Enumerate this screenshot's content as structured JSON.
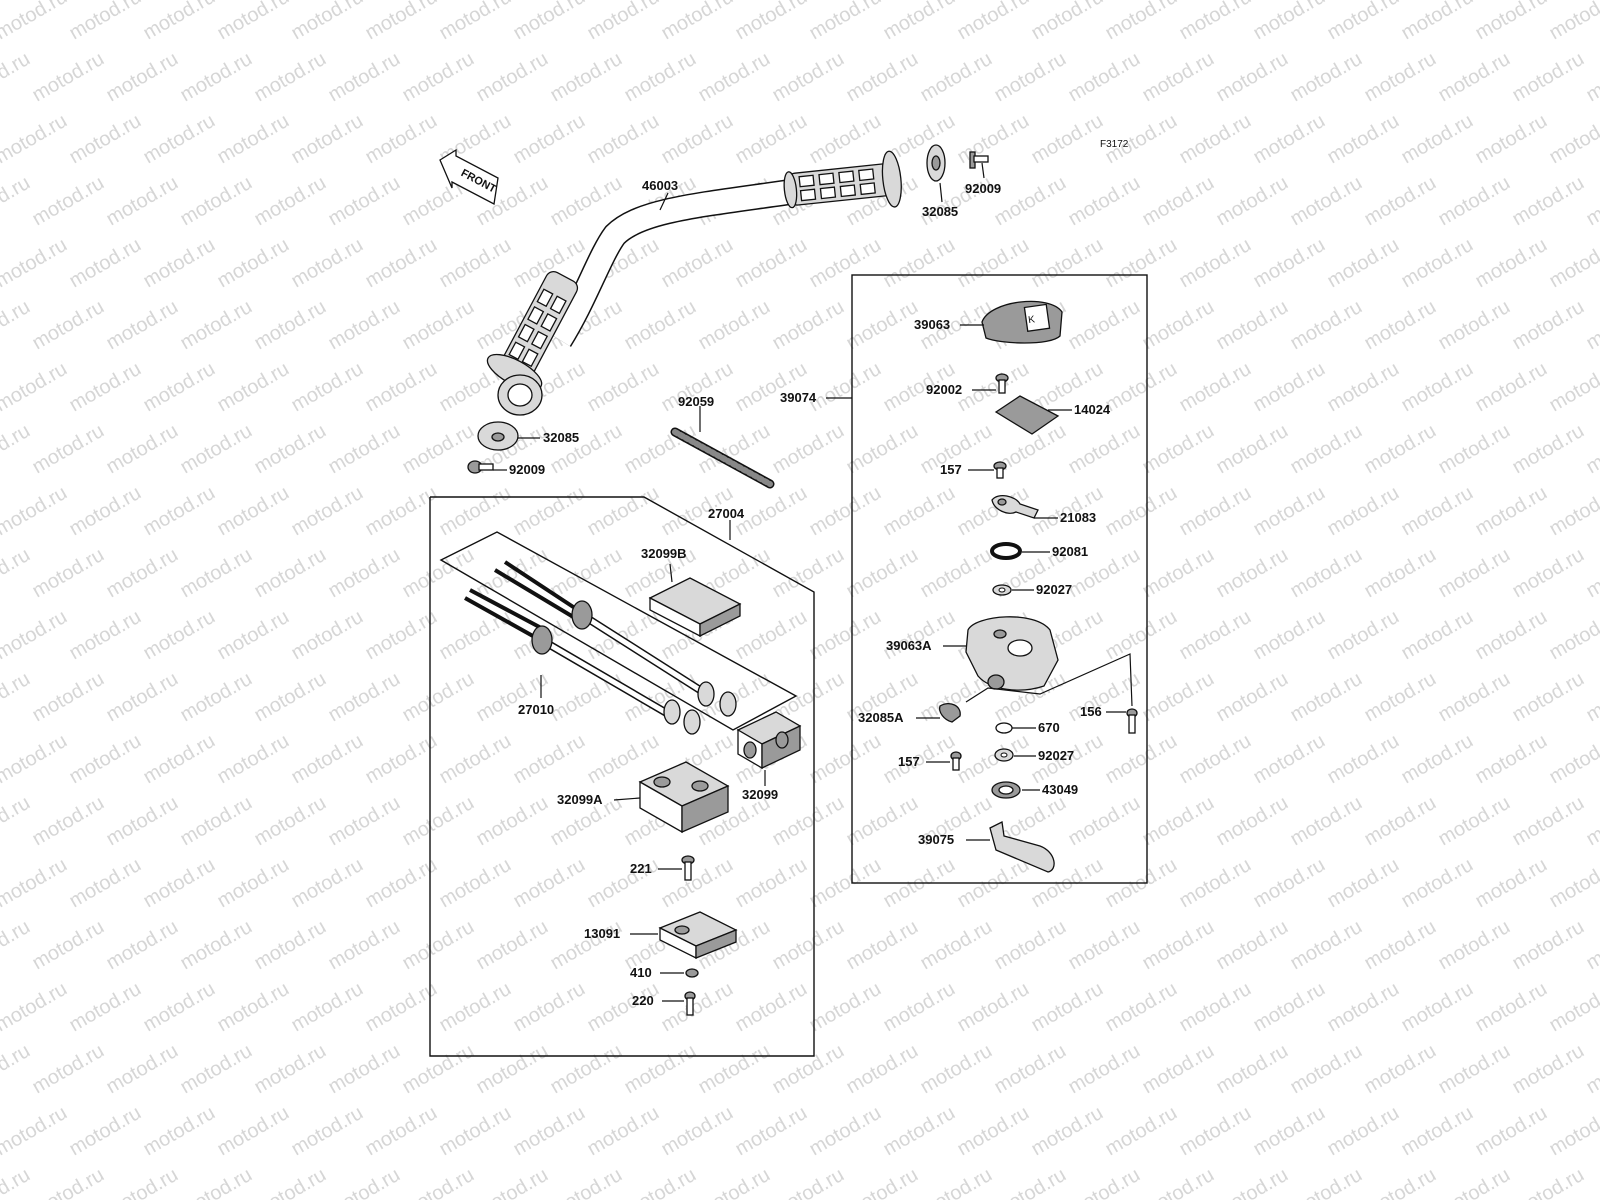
{
  "figure_code": "F3172",
  "front_label": "FRONT",
  "watermark_text": "motod.ru",
  "parts": {
    "handlebar": "46003",
    "grip_end_right": "32085",
    "screw_right": "92009",
    "grip_end_left": "32085",
    "screw_left": "92009",
    "cable_tie": "92059",
    "throttle_assy": "39074",
    "cable_assy": "27004",
    "cover_b": "32099B",
    "cable": "27010",
    "cover": "32099",
    "case_a": "32099A",
    "screw_221": "221",
    "clamp": "13091",
    "washer_410": "410",
    "bolt_220": "220",
    "cover_39063": "39063",
    "screw_92002": "92002",
    "plate_14024": "14024",
    "bolt_157_top": "157",
    "lever_21083": "21083",
    "spring_92081": "92081",
    "washer_92027_top": "92027",
    "housing_39063a": "39063A",
    "bolt_156": "156",
    "clip_32085a": "32085A",
    "oring_670": "670",
    "bolt_157_bottom": "157",
    "washer_92027_bottom": "92027",
    "seal_43049": "43049",
    "lever_39075": "39075"
  }
}
